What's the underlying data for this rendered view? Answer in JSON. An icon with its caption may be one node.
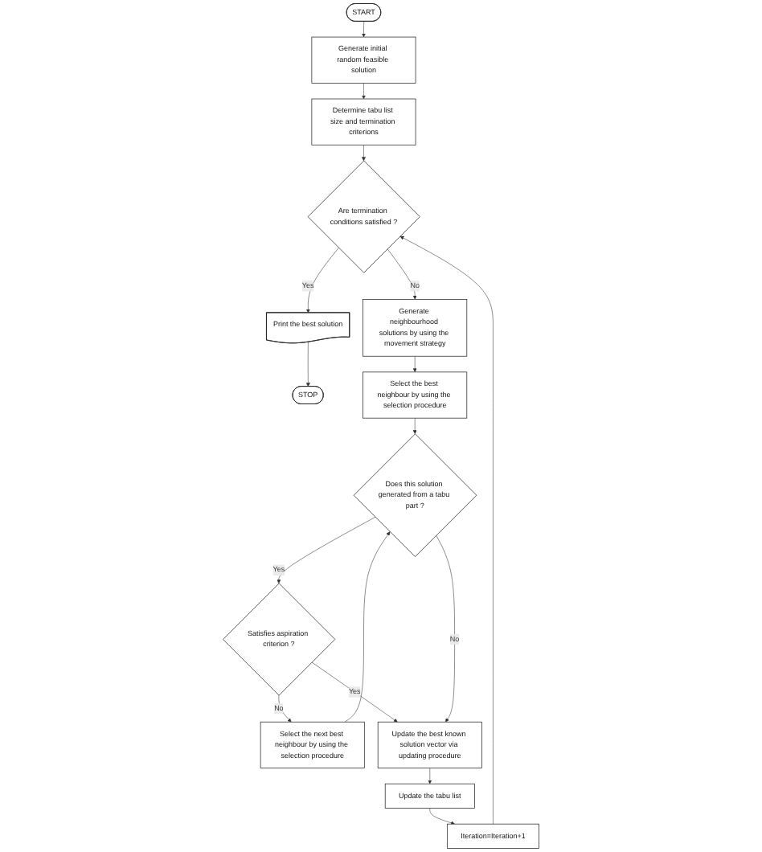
{
  "diagram": {
    "nodes": [
      {
        "text": [
          "START"
        ]
      },
      {
        "text": [
          "Generate initial random feasible solution"
        ]
      },
      {
        "text": [
          "Determine tabu list size and termination criterions"
        ]
      },
      {
        "text": [
          "Are termination conditions satisfied ?"
        ]
      },
      {
        "text": [
          "Print the best solution"
        ]
      },
      {
        "text": [
          "STOP"
        ]
      },
      {
        "text": [
          "Generate neighbourhood solutions by using the movement strategy"
        ]
      },
      {
        "text": [
          "Select the best neighbour by using the selection procedure"
        ]
      },
      {
        "text": [
          "Select the next best neighbour by using the selection procedure"
        ]
      },
      {
        "text": [
          "Does this solution generated from a tabu part ?"
        ]
      },
      {
        "text": [
          "Satisfies aspiration criterion ?"
        ]
      },
      {
        "text": [
          "Update the best known solution vector via updating procedure"
        ]
      },
      {
        "text": [
          "Update the tabu list"
        ]
      },
      {
        "text": [
          "Iteration=Iteration+1"
        ]
      }
    ],
    "edges": [
      {
        "from": 0,
        "to": 1,
        "arrow": "to"
      },
      {
        "from": 1,
        "to": 2,
        "arrow": "to"
      },
      {
        "from": 2,
        "to": 3,
        "arrow": "to"
      },
      {
        "from": 3,
        "to": 4,
        "label": "Yes",
        "arrow": "to"
      },
      {
        "from": 4,
        "to": 5,
        "arrow": "to"
      },
      {
        "from": 3,
        "to": 6,
        "label": "No",
        "arrow": "to"
      },
      {
        "from": 6,
        "to": 7,
        "arrow": "to"
      },
      {
        "from": 7,
        "to": 9,
        "arrow": "to"
      },
      {
        "from": 8,
        "to": 9,
        "arrow": "to"
      },
      {
        "from": 9,
        "to": 10,
        "label": "Yes",
        "arrow": "to"
      },
      {
        "from": 10,
        "to": 8,
        "label": "No",
        "arrow": "to"
      },
      {
        "from": 10,
        "to": 11,
        "label": "Yes",
        "arrow": "to"
      },
      {
        "from": 9,
        "to": 11,
        "label": "No",
        "arrow": "to"
      },
      {
        "from": 11,
        "to": 12,
        "arrow": "to"
      },
      {
        "from": 12,
        "to": 13,
        "arrow": "to"
      },
      {
        "from": 13,
        "to": 3,
        "arrow": "to"
      }
    ]
  }
}
